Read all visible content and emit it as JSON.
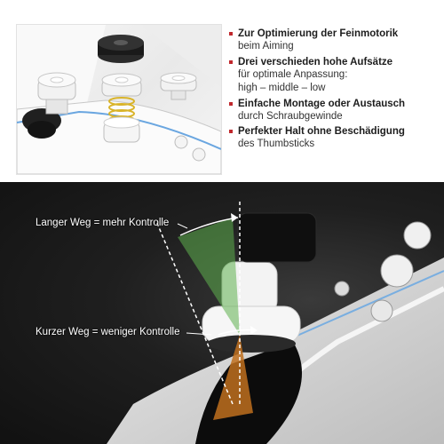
{
  "features": [
    {
      "bold": "Zur Optimierung der Feinmotorik",
      "rest": [
        "beim Aiming"
      ]
    },
    {
      "bold": "Drei verschieden hohe Aufsätze",
      "rest": [
        "für optimale Anpassung:",
        "high – middle – low"
      ]
    },
    {
      "bold": "Einfache Montage oder Austausch",
      "rest": [
        "durch Schraubgewinde"
      ]
    },
    {
      "bold": "Perfekter Halt ohne Beschädigung",
      "rest": [
        "des Thumbsticks"
      ]
    }
  ],
  "callouts": {
    "long": "Langer Weg = mehr Kontrolle",
    "short": "Kurzer Weg = weniger Kontrolle"
  },
  "colors": {
    "bullet": "#c0282d",
    "long_zone": "#5fb04f",
    "short_zone": "#c0701e",
    "spring": "#d9b42a"
  },
  "icons": {
    "spring": "spring-icon",
    "cap_low": "thumbstick-cap-low-icon",
    "cap_middle": "thumbstick-cap-middle-icon",
    "cap_high": "thumbstick-cap-high-icon"
  }
}
